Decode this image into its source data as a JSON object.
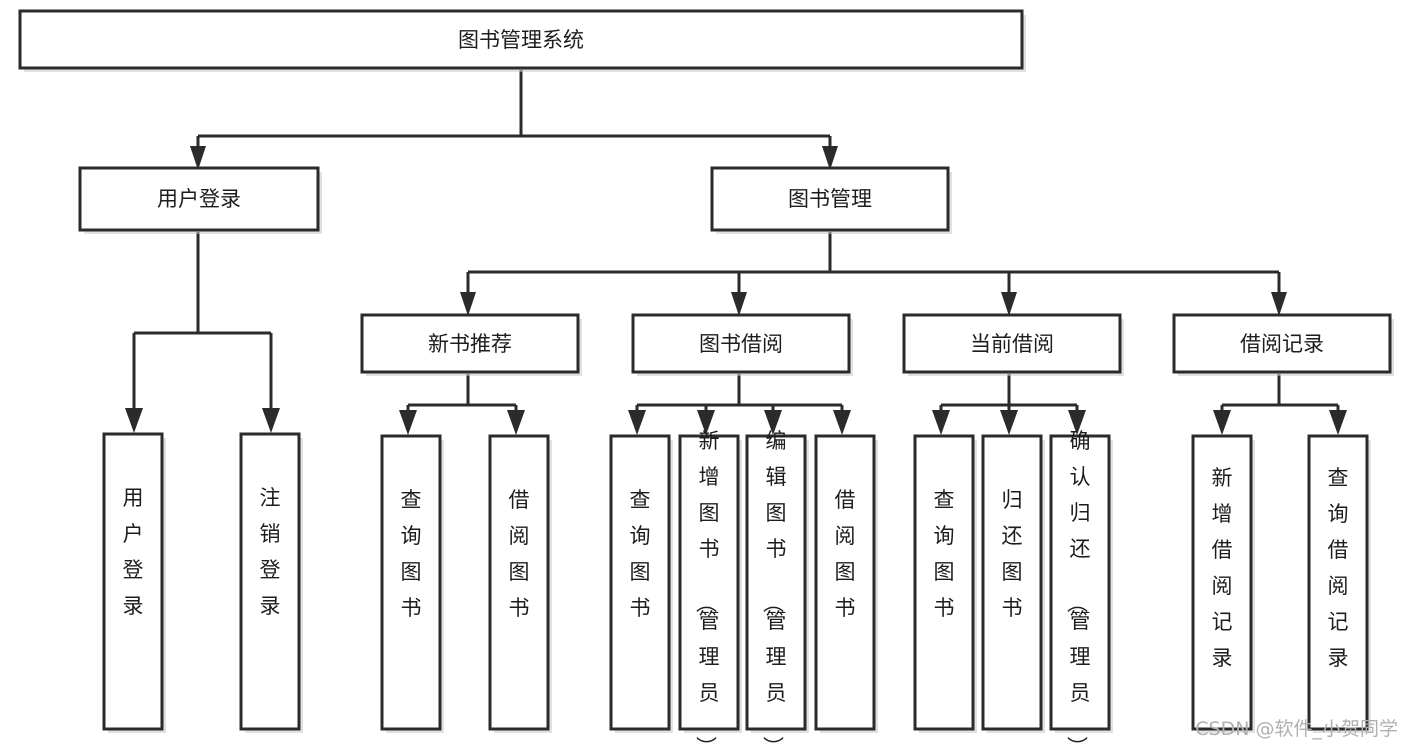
{
  "diagram": {
    "title": "图书管理系统",
    "type": "tree-hierarchy-diagram",
    "orientation": "top-down",
    "colors": {
      "background": "#ffffff",
      "box_fill": "#ffffff",
      "box_stroke": "#2b2b2b",
      "edge": "#2b2b2b",
      "text": "#1d1d1d",
      "watermark": "#b0b0b0"
    },
    "root": {
      "label": "图书管理系统"
    },
    "level2": [
      {
        "label": "用户登录"
      },
      {
        "label": "图书管理"
      }
    ],
    "level3": [
      {
        "label": "新书推荐"
      },
      {
        "label": "图书借阅"
      },
      {
        "label": "当前借阅"
      },
      {
        "label": "借阅记录"
      }
    ],
    "leaves": {
      "user_login": [
        {
          "label": "用户登录"
        },
        {
          "label": "注销登录"
        }
      ],
      "new_book_recommend": [
        {
          "label": "查询图书"
        },
        {
          "label": "借阅图书"
        }
      ],
      "book_borrow": [
        {
          "label": "查询图书"
        },
        {
          "label": "新增图书（管理员）"
        },
        {
          "label": "编辑图书（管理员）"
        },
        {
          "label": "借阅图书"
        }
      ],
      "current_borrow": [
        {
          "label": "查询图书"
        },
        {
          "label": "归还图书"
        },
        {
          "label": "确认归还（管理员）"
        }
      ],
      "borrow_record": [
        {
          "label": "新增借阅记录"
        },
        {
          "label": "查询借阅记录"
        }
      ]
    }
  },
  "watermark": {
    "text": "CSDN @软件_小贺同学"
  }
}
